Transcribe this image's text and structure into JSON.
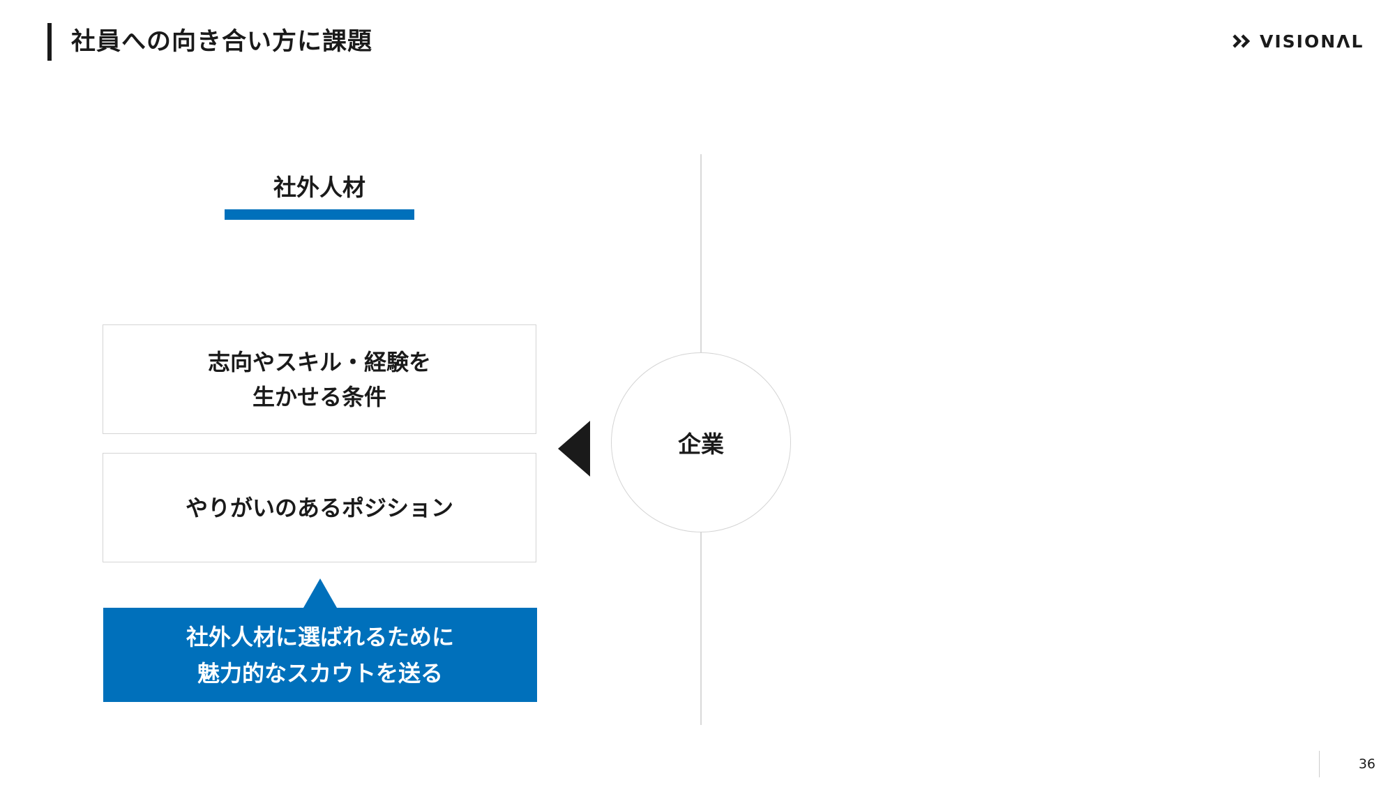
{
  "header": {
    "title": "社員への向き合い方に課題",
    "logo_text": "VISIONΛL",
    "logo_icon": "double-chevron-right-icon"
  },
  "left_section": {
    "heading": "社外人材",
    "accent_color": "#0070bb",
    "cards": [
      {
        "text": "志向やスキル・経験を\n生かせる条件"
      },
      {
        "text": "やりがいのあるポジション"
      }
    ],
    "callout": "社外人材に選ばれるために\n魅力的なスカウトを送る"
  },
  "center": {
    "circle_label": "企業",
    "arrow_icon": "left-triangle-arrow-icon"
  },
  "footer": {
    "page_number": "36"
  }
}
